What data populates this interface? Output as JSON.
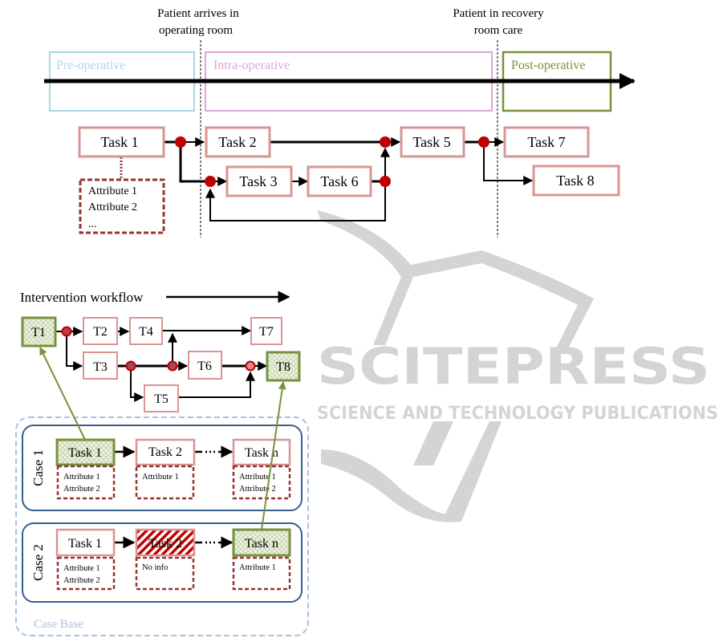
{
  "timeline": {
    "milestones": [
      {
        "line1": "Patient arrives in",
        "line2": "operating room"
      },
      {
        "line1": "Patient in recovery",
        "line2": "room care"
      }
    ],
    "phases": [
      {
        "label": "Pre-operative",
        "color": "#a9d8e2"
      },
      {
        "label": "Intra-operative",
        "color": "#dba7d6"
      },
      {
        "label": "Post-operative",
        "color": "#76923c"
      }
    ]
  },
  "top_workflow": {
    "tasks": [
      "Task 1",
      "Task 2",
      "Task 3",
      "Task 6",
      "Task 5",
      "Task 7",
      "Task 8"
    ],
    "attributes": [
      "Attribute 1",
      "Attribute 2",
      "..."
    ]
  },
  "intervention": {
    "title": "Intervention workflow",
    "nodes": [
      "T1",
      "T2",
      "T3",
      "T4",
      "T5",
      "T6",
      "T7",
      "T8"
    ]
  },
  "case_base": {
    "label": "Case Base",
    "cases": [
      {
        "name": "Case 1",
        "tasks": [
          {
            "label": "Task 1",
            "style": "matched",
            "attributes": [
              "Attribute 1",
              "Attribute 2"
            ]
          },
          {
            "label": "Task 2",
            "style": "normal",
            "attributes": [
              "Attribute 1"
            ]
          },
          {
            "label": "Task n",
            "style": "normal",
            "attributes": [
              "Attribute 1",
              "Attribute 2"
            ]
          }
        ]
      },
      {
        "name": "Case 2",
        "tasks": [
          {
            "label": "Task 1",
            "style": "normal",
            "attributes": [
              "Attribute 1",
              "Attribute 2"
            ]
          },
          {
            "label": "Task 2",
            "style": "missing",
            "attributes": [
              "No info"
            ]
          },
          {
            "label": "Task n",
            "style": "matched",
            "attributes": [
              "Attribute 1"
            ]
          }
        ]
      }
    ]
  },
  "watermark": {
    "line1": "SCITEPRESS",
    "line2": "SCIENCE AND TECHNOLOGY PUBLICATIONS"
  },
  "colors": {
    "task_border": "#d99594",
    "attr_border": "#943634",
    "junction": "#c00000",
    "matched": "#76923c",
    "case_border": "#365f91",
    "case_base_border": "#a7c3e0",
    "watermark": "#d4d4d4"
  }
}
